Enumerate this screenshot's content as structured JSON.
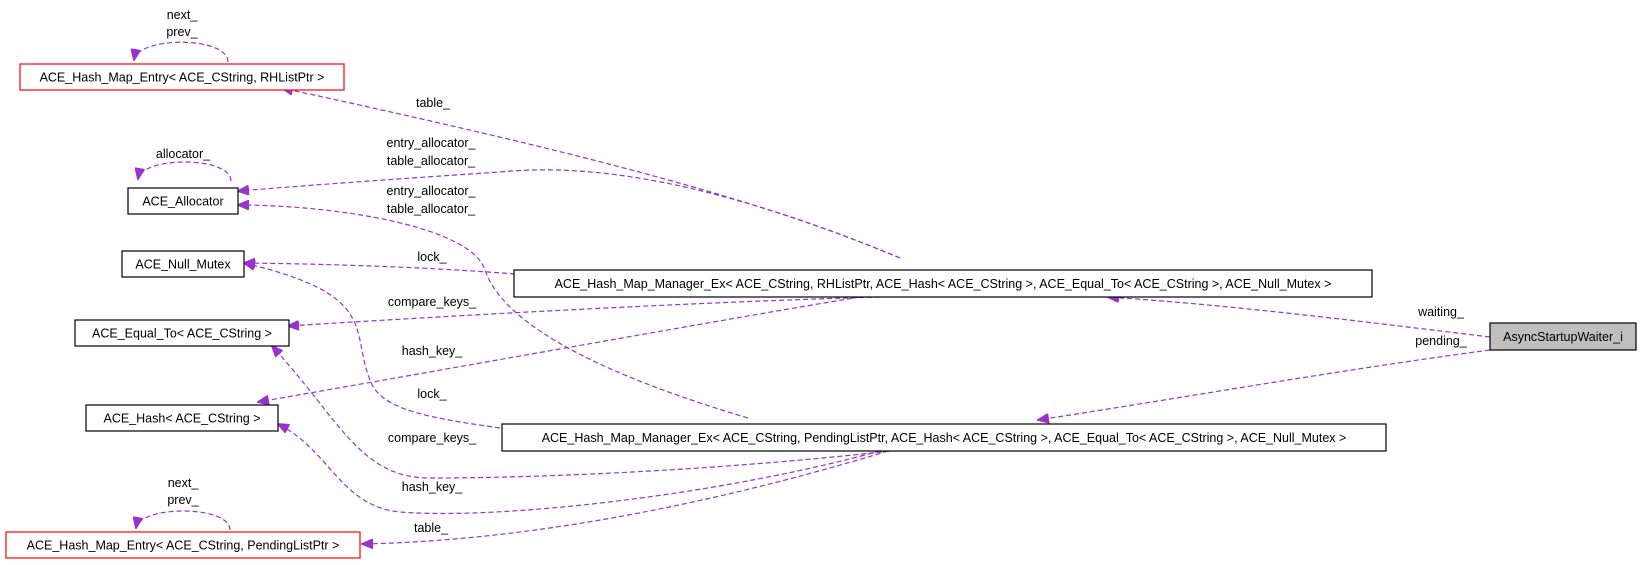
{
  "colors": {
    "edge": "#9a32cd",
    "node_border_black": "#000000",
    "node_border_red": "#ff0000",
    "node_fill": "#ffffff",
    "node_fill_focus": "#bfbfbf"
  },
  "nodes": {
    "entry_rh": "ACE_Hash_Map_Entry< ACE_CString, RHListPtr >",
    "allocator": "ACE_Allocator",
    "null_mutex": "ACE_Null_Mutex",
    "equal_to": "ACE_Equal_To< ACE_CString >",
    "hash": "ACE_Hash< ACE_CString >",
    "entry_pending": "ACE_Hash_Map_Entry< ACE_CString, PendingListPtr >",
    "manager_rh": "ACE_Hash_Map_Manager_Ex< ACE_CString, RHListPtr, ACE_Hash< ACE_CString >, ACE_Equal_To< ACE_CString >, ACE_Null_Mutex >",
    "manager_pending": "ACE_Hash_Map_Manager_Ex< ACE_CString, PendingListPtr, ACE_Hash< ACE_CString >, ACE_Equal_To< ACE_CString >, ACE_Null_Mutex >",
    "waiter": "AsyncStartupWaiter_i"
  },
  "edge_labels": {
    "entry_rh_self_next": "next_",
    "entry_rh_self_prev": "prev_",
    "allocator_self": "allocator_",
    "table_rh": "table_",
    "alloc_rh_entry": "entry_allocator_",
    "alloc_rh_table": "table_allocator_",
    "alloc_pending_entry": "entry_allocator_",
    "alloc_pending_table": "table_allocator_",
    "lock_rh": "lock_",
    "compare_keys_rh": "compare_keys_",
    "hash_key_rh": "hash_key_",
    "lock_pending": "lock_",
    "compare_keys_pending": "compare_keys_",
    "hash_key_pending": "hash_key_",
    "entry_pending_self_next": "next_",
    "entry_pending_self_prev": "prev_",
    "table_pending": "table_",
    "waiting": "waiting_",
    "pending": "pending_"
  }
}
